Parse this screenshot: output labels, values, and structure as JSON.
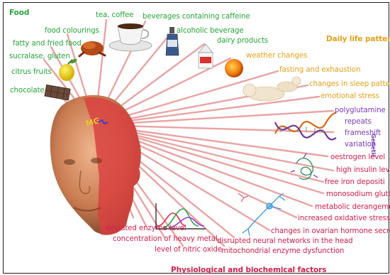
{
  "headings": {
    "food": "Food",
    "daily": "Daily life pattern",
    "physio": "Physiological and biochemical factors",
    "genetic": "Genetic"
  },
  "food_items": {
    "tea": "tea, coffee",
    "caffeine": "beverages containing caffeine",
    "colourings": "food colourings",
    "alcohol": "alcoholic beverage",
    "fatty": "fatty and fried food",
    "dairy": "dairy products",
    "sucralose": "sucralase, gluten",
    "citrus": "citrus fruits",
    "chocolate": "chocolate"
  },
  "daily_items": {
    "weather": "weather changes",
    "fasting": "fasting and exhaustion",
    "sleep": "changes in sleep pattern",
    "emotional": "emotional stress"
  },
  "genetic_items": {
    "polyglutamine": "polyglutamine",
    "repeats": "repeats",
    "frameshift": "frameshift",
    "variation": "variation"
  },
  "physio_items": {
    "oestrogen": "oestrogen level",
    "insulin": "high insulin level",
    "iron": "free iron depositi",
    "msg": "monosodium glutama",
    "metabolic": "metabolic derangement",
    "oxidative": "increased oxidative stress",
    "ovarian": "changes in ovarian hormone secretion",
    "neural": "disrupted neural networks in the head",
    "mito": "mitochondrial enzyme dysfunction",
    "nitric": "level of nitric oxide",
    "heavy": "concentration of heavy metal",
    "enzyme": "deviated enzyme level"
  },
  "brain_text": "MG",
  "colors": {
    "food": "#27a43a",
    "daily": "#e0a21a",
    "genetic": "#7a3bbd",
    "physio": "#d0204e",
    "rays": "#e8a0a0"
  },
  "icons": [
    "teacup-icon",
    "bottle-icon",
    "roast-chicken-icon",
    "milk-carton-icon",
    "lemon-icon",
    "chocolate-bar-icon",
    "sun-icon",
    "sleeping-baby-icon",
    "dna-icon",
    "protein-structure-icon",
    "neuron-icon",
    "line-graph-icon",
    "human-head-icon"
  ]
}
